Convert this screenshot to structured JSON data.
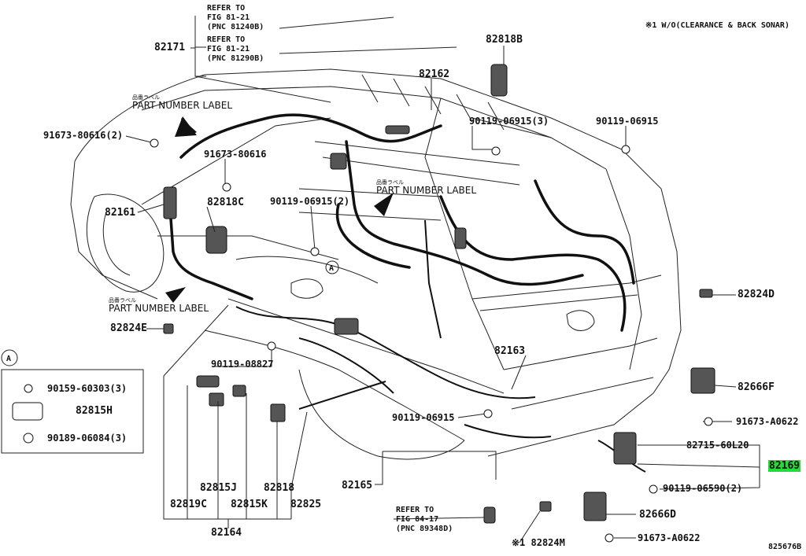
{
  "header_note": "※1 W/O(CLEARANCE & BACK SONAR)",
  "figure_code": "825676B",
  "references": [
    {
      "line1": "REFER TO",
      "line2": "FIG 81-21",
      "line3": "(PNC 81240B)"
    },
    {
      "line1": "REFER TO",
      "line2": "FIG 81-21",
      "line3": "(PNC 81290B)"
    },
    {
      "line1": "REFER TO",
      "line2": "FIG 84-17",
      "line3": "(PNC 89348D)"
    }
  ],
  "part_number_label": {
    "jp": "品番ラベル",
    "en": "PART NUMBER LABEL"
  },
  "callout_a": "A",
  "parts": {
    "p82171": "82171",
    "p82818B": "82818B",
    "p82162": "82162",
    "p91673_80616_2": "91673-80616(2)",
    "p91673_80616": "91673-80616",
    "p90119_06915_3": "90119-06915(3)",
    "p90119_06915_top": "90119-06915",
    "p82818C": "82818C",
    "p90119_06915_2": "90119-06915(2)",
    "p82161": "82161",
    "p82824D": "82824D",
    "p82824E": "82824E",
    "p82163": "82163",
    "p90119_08827": "90119-08827",
    "p82666F": "82666F",
    "p90159_60303_3": "90159-60303(3)",
    "p82815H": "82815H",
    "p90189_06084_3": "90189-06084(3)",
    "p90119_06915_bot": "90119-06915",
    "p91673_A0622_top": "91673-A0622",
    "p82715_60L20": "82715-60L20",
    "p82169": "82169",
    "p90119_06590_2": "90119-06590(2)",
    "p82815J": "82815J",
    "p82818": "82818",
    "p82165": "82165",
    "p82819C": "82819C",
    "p82815K": "82815K",
    "p82825": "82825",
    "p82666D": "82666D",
    "p82164": "82164",
    "p82824M": "※1 82824M",
    "p91673_A0622_bot": "91673-A0622"
  },
  "colors": {
    "highlight": "#22dd33",
    "ink": "#111111"
  }
}
